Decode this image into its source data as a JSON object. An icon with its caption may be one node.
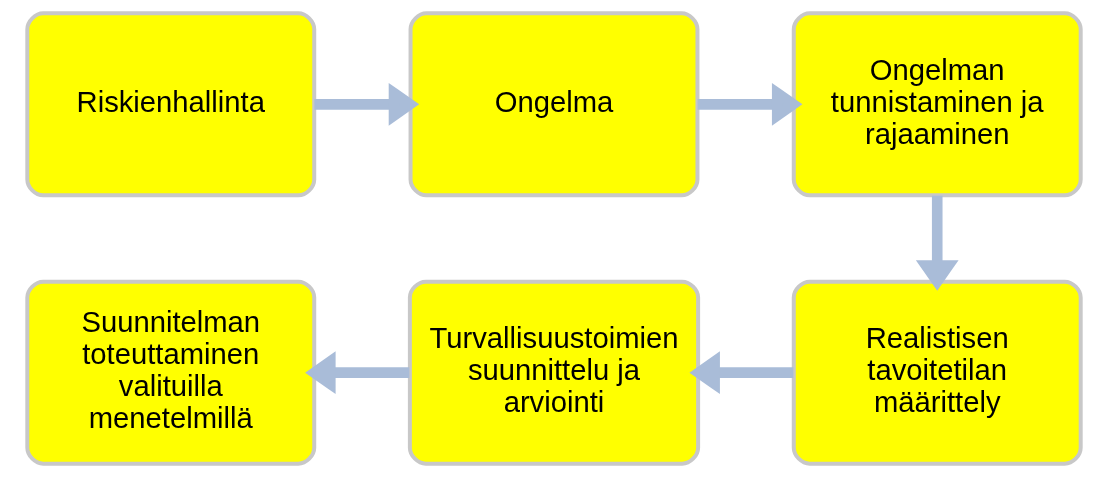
{
  "diagram": {
    "nodes": [
      {
        "text": [
          "Riskienhallinta"
        ]
      },
      {
        "text": [
          "Ongelma"
        ]
      },
      {
        "text": [
          "Ongelman tunnistaminen ja rajaaminen"
        ]
      },
      {
        "text": [
          "Realistisen tavoitetilan määrittely"
        ]
      },
      {
        "text": [
          "Turvallisuustoimien suunnittelu ja arviointi"
        ]
      },
      {
        "text": [
          "Suunnitelman toteuttaminen valituilla menetelmillä"
        ]
      }
    ],
    "edges": [
      {
        "from": 0,
        "to": 1,
        "arrow": "to"
      },
      {
        "from": 1,
        "to": 2,
        "arrow": "to"
      },
      {
        "from": 2,
        "to": 3,
        "arrow": "to"
      },
      {
        "from": 3,
        "to": 4,
        "arrow": "to"
      },
      {
        "from": 4,
        "to": 5,
        "arrow": "to"
      }
    ]
  }
}
